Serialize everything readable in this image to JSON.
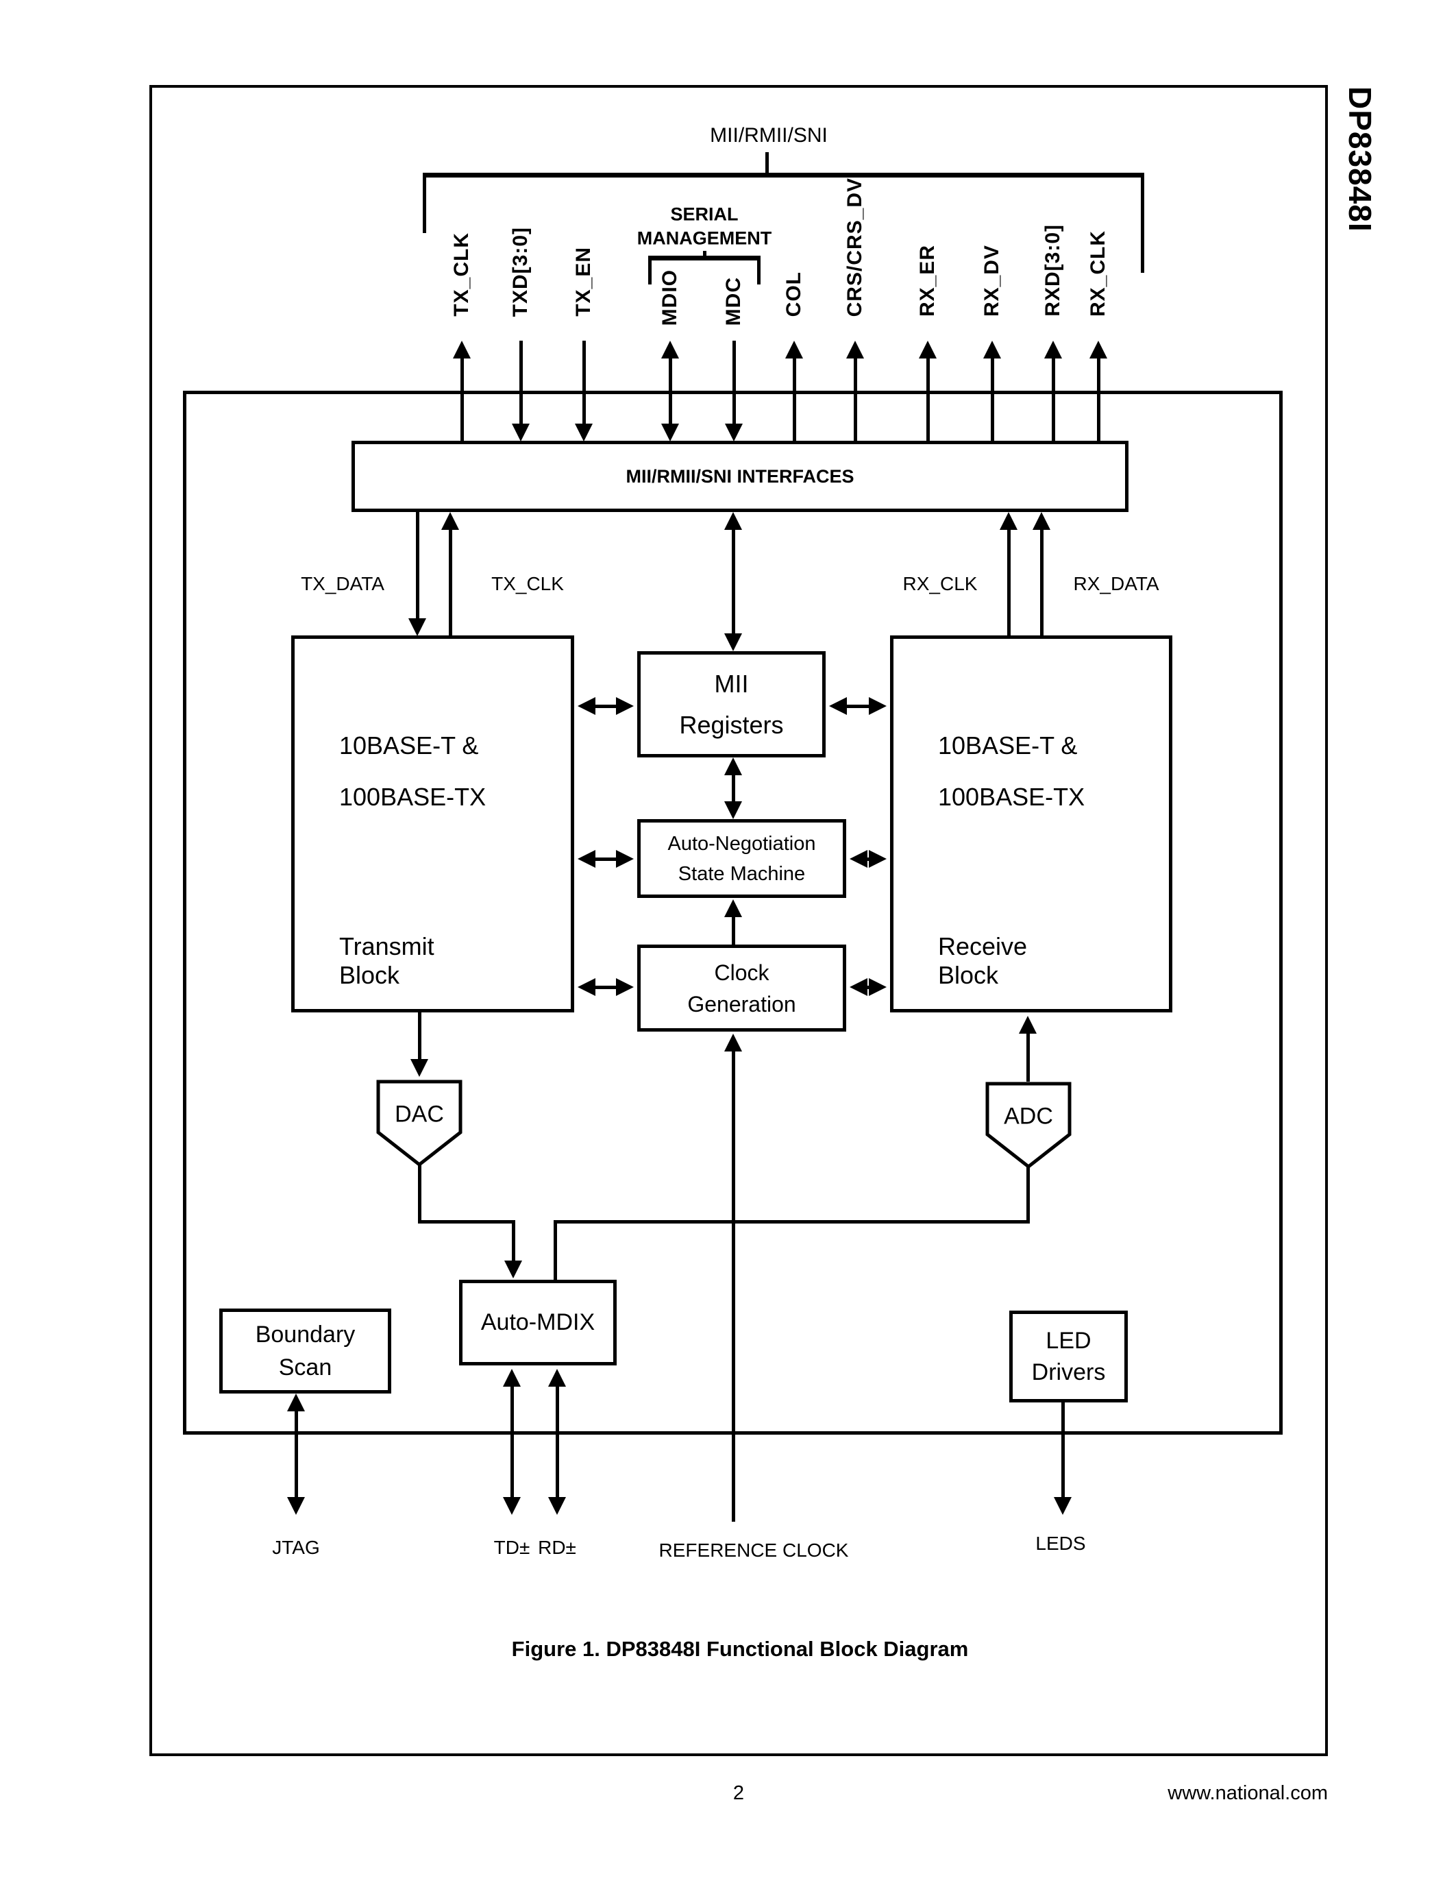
{
  "header": {
    "part_number": "DP83848I"
  },
  "bus": {
    "label": "MII/RMII/SNI",
    "serial_management_line1": "SERIAL",
    "serial_management_line2": "MANAGEMENT"
  },
  "signals": [
    {
      "label": "TX_CLK",
      "direction": "output"
    },
    {
      "label": "TXD[3:0]",
      "direction": "input"
    },
    {
      "label": "TX_EN",
      "direction": "input"
    },
    {
      "label": "MDIO",
      "direction": "bidirectional"
    },
    {
      "label": "MDC",
      "direction": "input"
    },
    {
      "label": "COL",
      "direction": "output"
    },
    {
      "label": "CRS/CRS_DV",
      "direction": "output"
    },
    {
      "label": "RX_ER",
      "direction": "output"
    },
    {
      "label": "RX_DV",
      "direction": "output"
    },
    {
      "label": "RXD[3:0]",
      "direction": "output"
    },
    {
      "label": "RX_CLK",
      "direction": "output"
    }
  ],
  "interfaces_box": {
    "label": "MII/RMII/SNI INTERFACES"
  },
  "internal_signals": {
    "tx_data": "TX_DATA",
    "tx_clk": "TX_CLK",
    "rx_clk": "RX_CLK",
    "rx_data": "RX_DATA"
  },
  "blocks": {
    "transmit": {
      "line1": "10BASE-T &",
      "line2": "100BASE-TX",
      "line3": "Transmit",
      "line4": "Block"
    },
    "receive": {
      "line1": "10BASE-T &",
      "line2": "100BASE-TX",
      "line3": "Receive",
      "line4": "Block"
    },
    "mii_registers": {
      "line1": "MII",
      "line2": "Registers"
    },
    "auto_negotiation": {
      "line1": "Auto-Negotiation",
      "line2": "State Machine"
    },
    "clock_generation": {
      "line1": "Clock",
      "line2": "Generation"
    },
    "dac": {
      "label": "DAC"
    },
    "adc": {
      "label": "ADC"
    },
    "auto_mdix": {
      "label": "Auto-MDIX"
    },
    "boundary_scan": {
      "line1": "Boundary",
      "line2": "Scan"
    },
    "led_drivers": {
      "line1": "LED",
      "line2": "Drivers"
    }
  },
  "external_pins": {
    "jtag": "JTAG",
    "td": "TD±",
    "rd": "RD±",
    "reference_clock": "REFERENCE CLOCK",
    "leds": "LEDS"
  },
  "footer": {
    "caption": "Figure 1. DP83848I Functional Block Diagram",
    "page_number": "2",
    "website": "www.national.com"
  }
}
